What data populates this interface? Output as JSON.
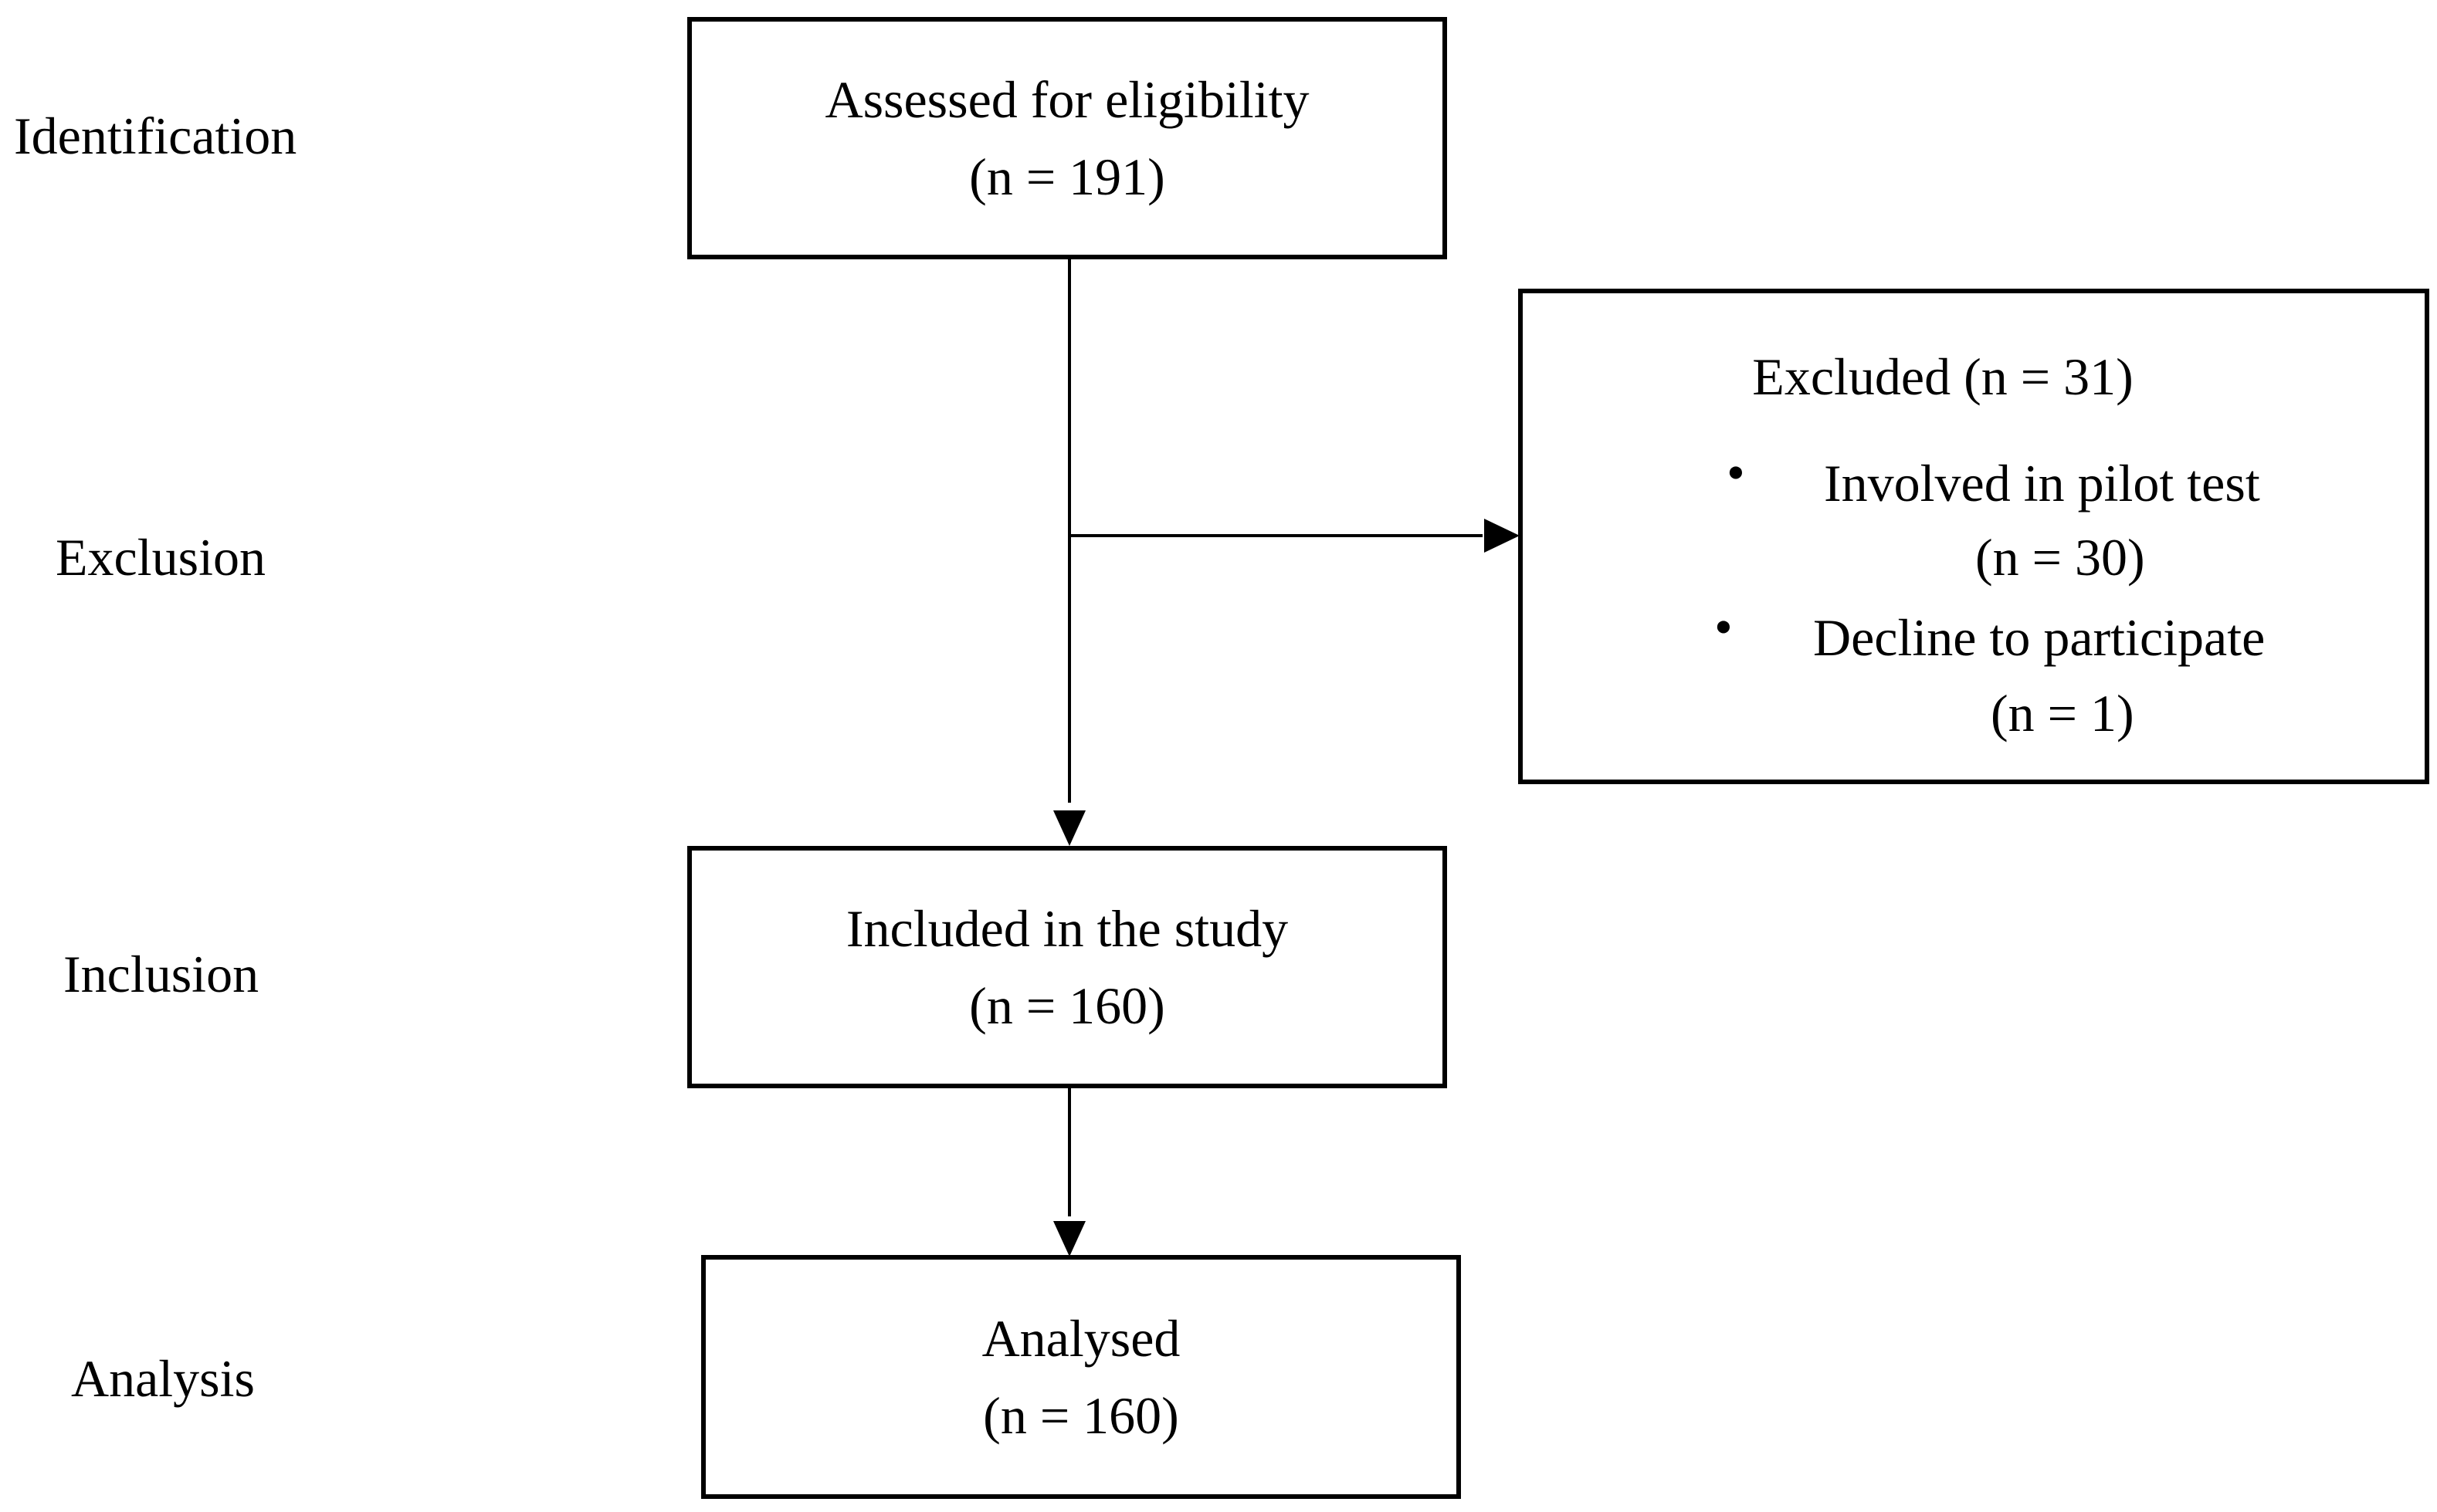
{
  "stages": {
    "identification": "Identification",
    "exclusion": "Exclusion",
    "inclusion": "Inclusion",
    "analysis": "Analysis"
  },
  "boxes": {
    "assessed": {
      "title": "Assessed for eligibility",
      "count": "(n = 191)"
    },
    "excluded": {
      "title": "Excluded (n = 31)",
      "reasons": [
        {
          "label": "Involved in pilot test",
          "count": "(n = 30)"
        },
        {
          "label": "Decline to participate",
          "count": "(n = 1)"
        }
      ]
    },
    "included": {
      "title": "Included in the study",
      "count": "(n = 160)"
    },
    "analysed": {
      "title": "Analysed",
      "count": "(n = 160)"
    }
  }
}
